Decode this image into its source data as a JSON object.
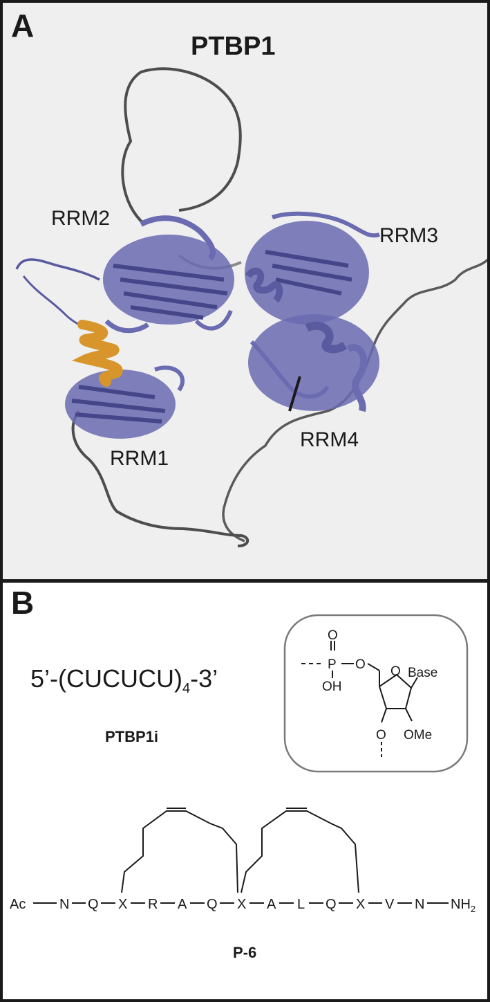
{
  "panel_a": {
    "letter": "A",
    "title": "PTBP1",
    "domains": [
      "RRM2",
      "RRM3",
      "RRM1",
      "RRM4"
    ]
  },
  "panel_b": {
    "letter": "B",
    "sequence_main": "5’-(CUCUCU)",
    "sequence_sub": "4",
    "sequence_end": "-3’",
    "inhibitor_label": "PTBP1i",
    "nucleotide": {
      "O_top": "O",
      "P": "P",
      "O_link": "O",
      "OH": "OH",
      "ring_O": "O",
      "base": "Base",
      "O_3": "O",
      "OMe": "OMe"
    },
    "peptide": {
      "residues": [
        "Ac",
        "N",
        "Q",
        "X",
        "R",
        "A",
        "Q",
        "X",
        "A",
        "L",
        "Q",
        "X",
        "V",
        "N",
        "NH"
      ],
      "nh2_sub": "2"
    },
    "peptide_label": "P-6"
  },
  "colors": {
    "protein_blue": "#6a6bb0",
    "helix_orange": "#d7952c",
    "loop_gray": "#4d4d4d"
  }
}
